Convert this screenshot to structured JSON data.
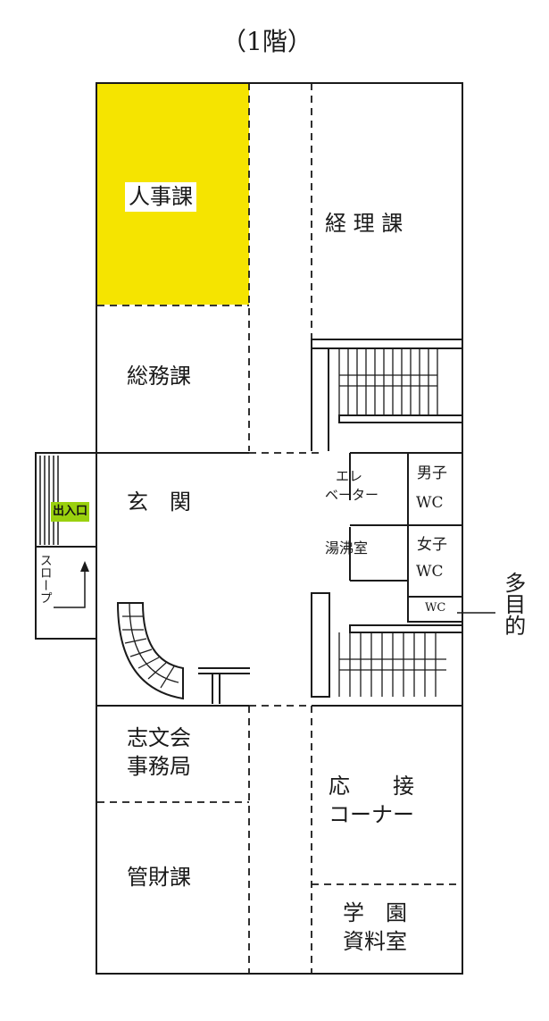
{
  "title": "（1階）",
  "rooms": {
    "jinji": "人事課",
    "keiri": "経 理 課",
    "soumu": "総務課",
    "genkan": "玄　関",
    "entrance": "出入口",
    "slope": "スロープ",
    "elevator_1": "エレ",
    "elevator_2": "ベーター",
    "men_wc_1": "男子",
    "men_wc_2": "WC",
    "yuwakashi": "湯沸室",
    "women_wc_1": "女子",
    "women_wc_2": "WC",
    "multi_wc": "WC",
    "multi_label": "多目的",
    "shibunkai_1": "志文会",
    "shibunkai_2": "事務局",
    "kanzai": "管財課",
    "ousetsu_1": "応　　接",
    "ousetsu_2": "コーナー",
    "gakuen_1": "学　園",
    "gakuen_2": "資料室"
  },
  "colors": {
    "highlight": "#f5e400",
    "entrance_badge": "#9ad10e",
    "line": "#1a1a1a"
  }
}
